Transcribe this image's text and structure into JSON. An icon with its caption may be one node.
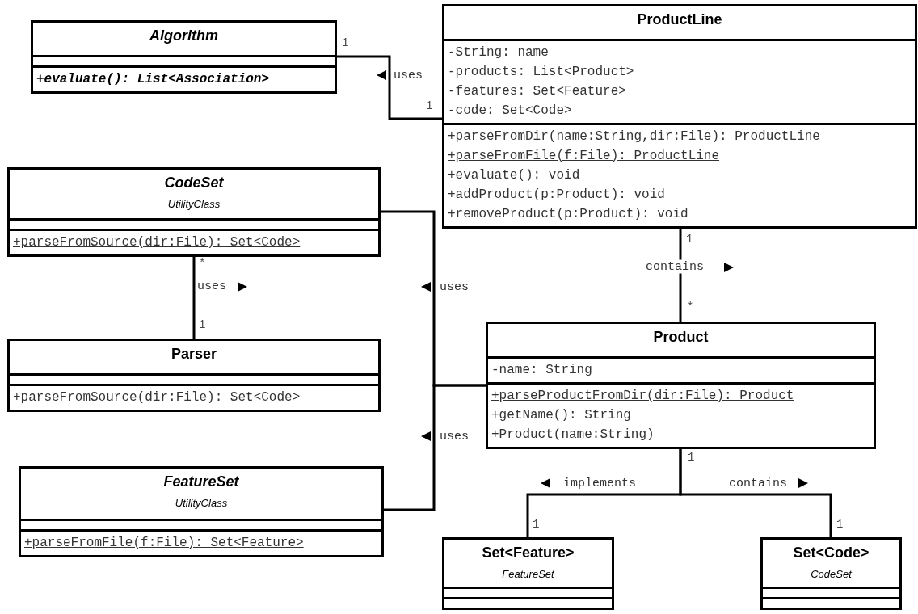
{
  "diagram": {
    "nodes": [
      {
        "text": [
          "Algorithm",
          "+evaluate(): List<Association>"
        ]
      },
      {
        "text": [
          "ProductLine",
          "-String: name",
          "-products: List<Product>",
          "-features: Set<Feature>",
          "-code: Set<Code>",
          "+parseFromDir(name:String,dir:File): ProductLine",
          "+parseFromFile(f:File): ProductLine",
          "+evaluate(): void",
          "+addProduct(p:Product): void",
          "+removeProduct(p:Product): void"
        ]
      },
      {
        "text": [
          "CodeSet",
          "UtilityClass",
          "+parseFromSource(dir:File): Set<Code>"
        ]
      },
      {
        "text": [
          "Parser",
          "+parseFromSource(dir:File): Set<Code>"
        ]
      },
      {
        "text": [
          "Product",
          "-name: String",
          "+parseProductFromDir(dir:File): Product",
          "+getName(): String",
          "+Product(name:String)"
        ]
      },
      {
        "text": [
          "FeatureSet",
          "UtilityClass",
          "+parseFromFile(f:File): Set<Feature>"
        ]
      },
      {
        "text": [
          "Set<Feature>",
          "FeatureSet"
        ]
      },
      {
        "text": [
          "Set<Code>",
          "CodeSet"
        ]
      }
    ],
    "edges": [
      {
        "from": 0,
        "to": 1,
        "arrow": "none",
        "label": "uses"
      },
      {
        "from": 2,
        "to": 3,
        "arrow": "none",
        "label": "uses"
      },
      {
        "from": 1,
        "to": 4,
        "arrow": "none",
        "label": "contains"
      },
      {
        "from": 2,
        "to": 4,
        "arrow": "none",
        "label": "uses"
      },
      {
        "from": 5,
        "to": 4,
        "arrow": "none",
        "label": "uses"
      },
      {
        "from": 4,
        "to": 6,
        "arrow": "none",
        "label": "implements"
      },
      {
        "from": 4,
        "to": 7,
        "arrow": "none",
        "label": "contains"
      }
    ],
    "labels": [
      "1",
      "1",
      "1",
      "*",
      "*",
      "1",
      "1",
      "1",
      "1"
    ]
  }
}
